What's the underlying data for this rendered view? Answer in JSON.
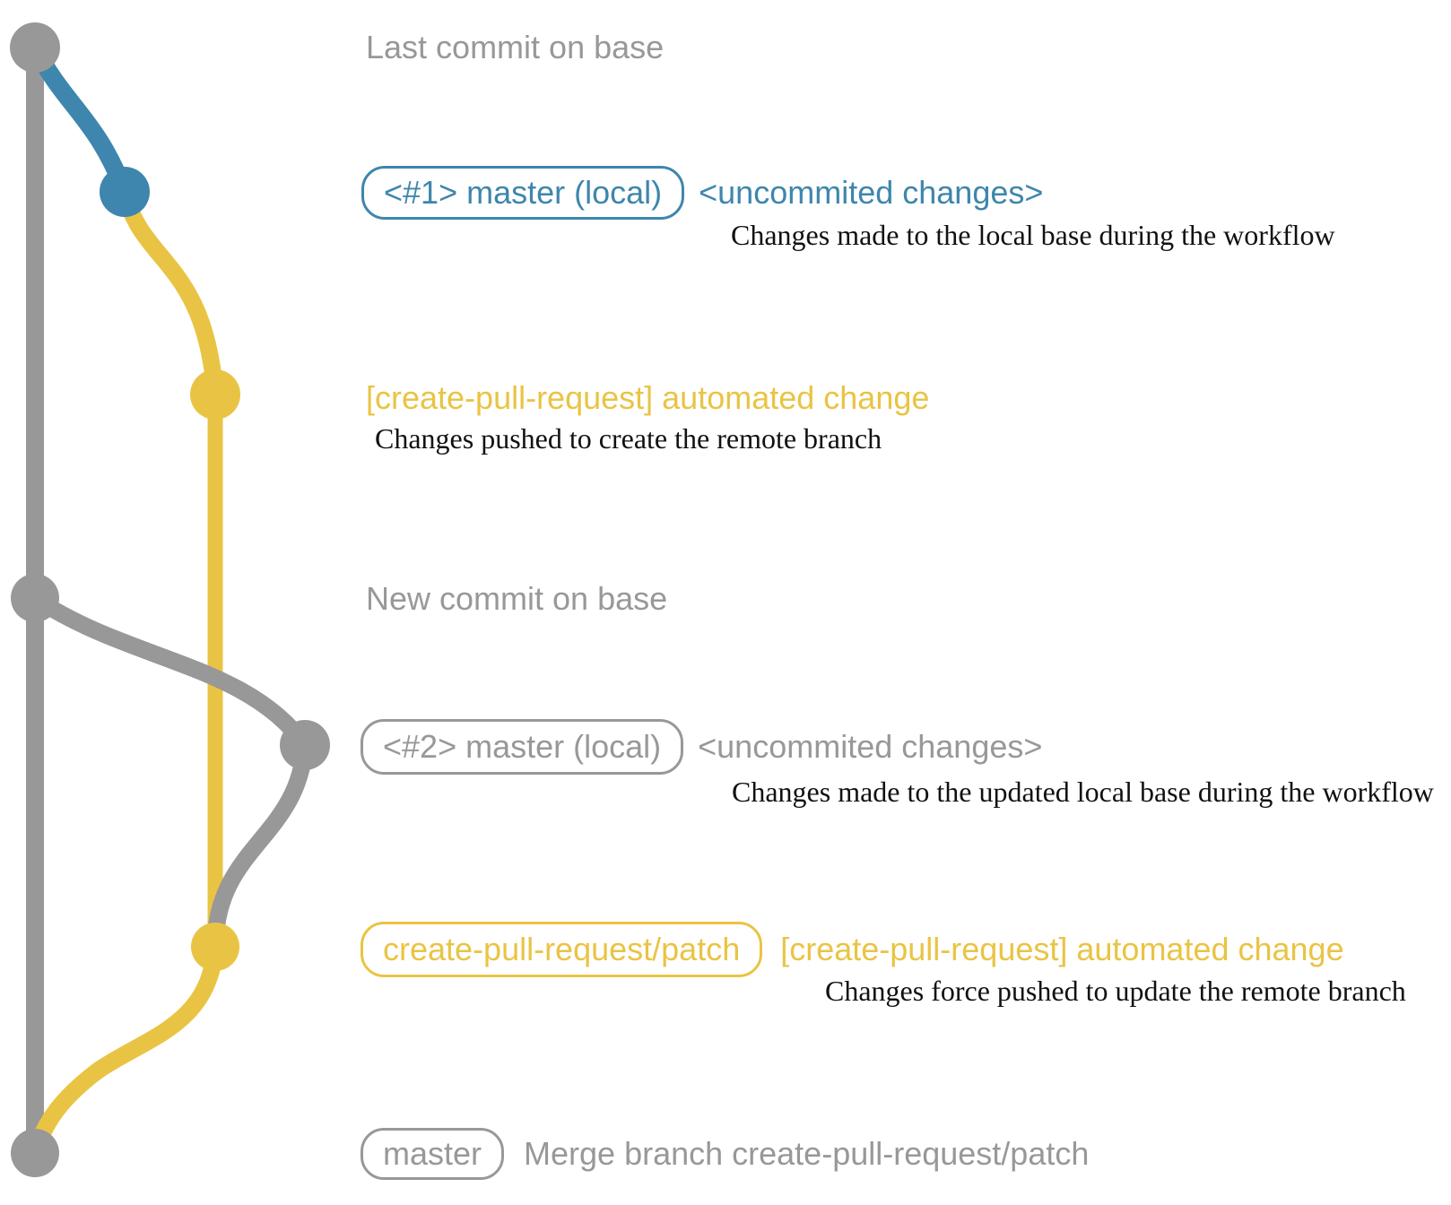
{
  "colors": {
    "gray": "#989898",
    "blue": "#3e86ad",
    "yellow": "#e9c444",
    "ink": "#111111"
  },
  "diagram": {
    "label_last_commit": "Last commit on base",
    "label_new_commit": "New commit on base",
    "row1_badge": "<#1> master (local)",
    "row1_note": "<uncommited changes>",
    "row1_desc": "Changes made to the local base during the workflow",
    "push1_note": "[create-pull-request] automated change",
    "push1_desc": "Changes pushed to create the remote branch",
    "row2_badge": "<#2> master (local)",
    "row2_note": "<uncommited changes>",
    "row2_desc": "Changes made to the updated local base during the workflow",
    "row3_badge": "create-pull-request/patch",
    "row3_note": "[create-pull-request] automated change",
    "row3_desc": "Changes force pushed to update the remote branch",
    "row4_badge": "master",
    "row4_message": "Merge branch create-pull-request/patch"
  }
}
